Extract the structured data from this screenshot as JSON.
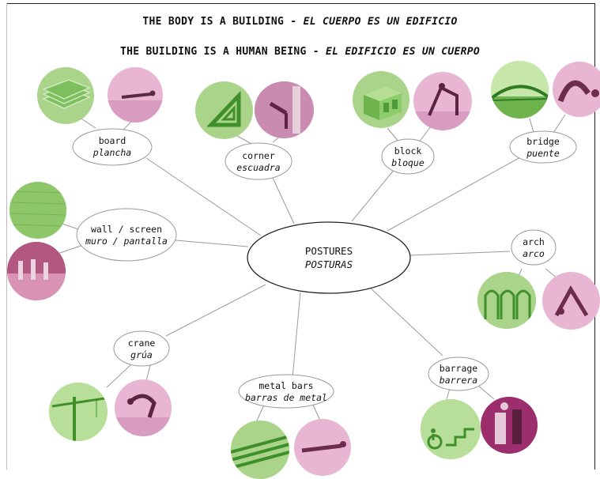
{
  "title": {
    "line1_en": "THE BODY IS A BUILDING - ",
    "line1_es": "EL CUERPO ES UN EDIFICIO",
    "line2_en": "THE BUILDING IS A HUMAN BEING - ",
    "line2_es": "EL EDIFICIO ES UN CUERPO"
  },
  "center": {
    "en": "POSTURES",
    "es": "POSTURAS"
  },
  "nodes": {
    "board": {
      "en": "board",
      "es": "plancha",
      "icons": [
        "stacked-boards-icon",
        "plank-pose-photo"
      ]
    },
    "corner": {
      "en": "corner",
      "es": "escuadra",
      "icons": [
        "set-square-icon",
        "l-sit-pose-photo"
      ]
    },
    "block": {
      "en": "block",
      "es": "bloque",
      "icons": [
        "concrete-block-icon",
        "block-pose-photo"
      ]
    },
    "bridge": {
      "en": "bridge",
      "es": "puente",
      "icons": [
        "bridge-photo",
        "bridge-pose-photo"
      ]
    },
    "wall": {
      "en": "wall / screen",
      "es": "muro / pantalla",
      "icons": [
        "wall-texture-photo",
        "defensive-wall-photo"
      ]
    },
    "arch": {
      "en": "arch",
      "es": "arco",
      "icons": [
        "arches-photo",
        "downward-dog-photo"
      ]
    },
    "crane": {
      "en": "crane",
      "es": "grúa",
      "icons": [
        "crane-photo",
        "crow-pose-photo"
      ]
    },
    "metal": {
      "en": "metal bars",
      "es": "barras de metal",
      "icons": [
        "rebar-photo",
        "lying-bar-pose-photo"
      ]
    },
    "barrage": {
      "en": "barrage",
      "es": "barrera",
      "icons": [
        "accessibility-stairs-icon",
        "basketball-block-photo"
      ]
    }
  },
  "colors": {
    "green": "#a9d48a",
    "pink": "#e8b5d3",
    "dark_green": "#4f9a3a",
    "magenta": "#9c2e6d",
    "line": "#9a9a9a"
  }
}
